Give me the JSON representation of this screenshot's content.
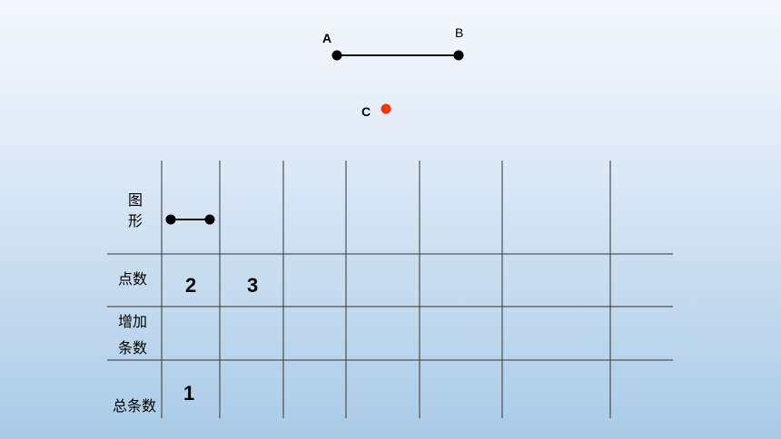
{
  "points": {
    "a": "A",
    "b": "B",
    "c": "C"
  },
  "colors": {
    "line": "#111111",
    "point_c": "#ff3300"
  },
  "table": {
    "row_headers": {
      "figure_line1": "图",
      "figure_line2": "形",
      "points_count": "点数",
      "added_line1": "增加",
      "added_line2": "条数",
      "total": "总条数"
    },
    "values": {
      "points_col1": "2",
      "points_col2": "3",
      "total_col1": "1"
    }
  }
}
